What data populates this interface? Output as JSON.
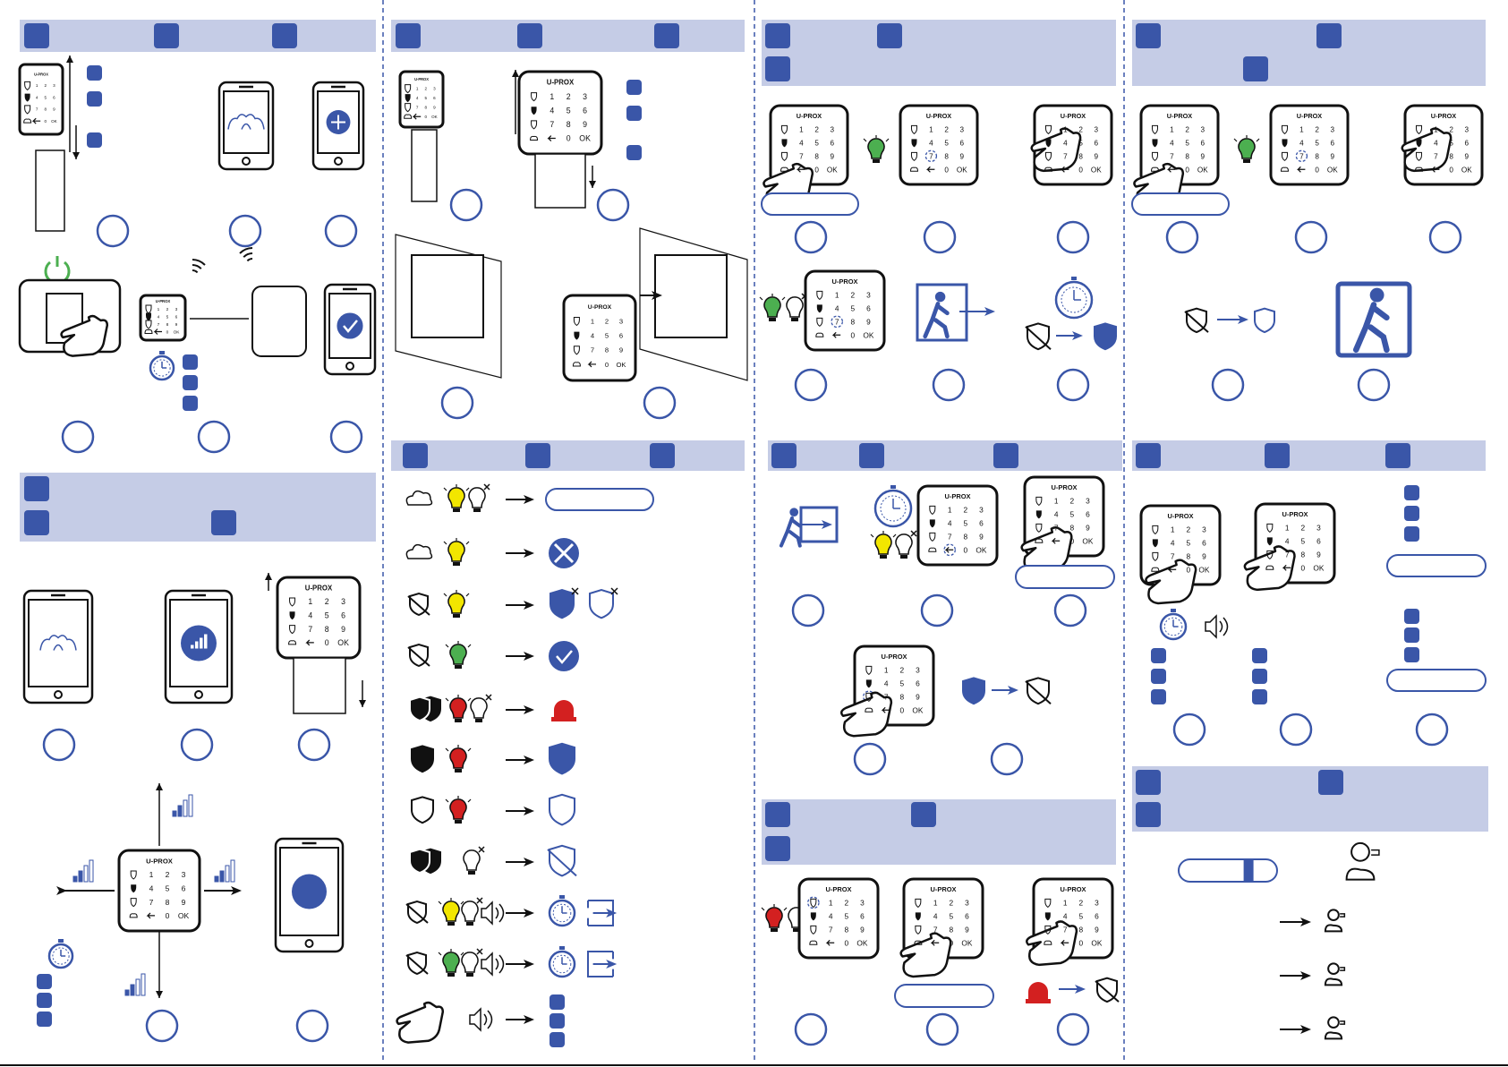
{
  "device": {
    "brand": "U-PROX",
    "keys": [
      "1",
      "2",
      "3",
      "4",
      "5",
      "6",
      "7",
      "8",
      "9",
      "0",
      "OK"
    ]
  },
  "colors": {
    "accent": "#3a56a8",
    "header_bg": "#c5cce6",
    "green": "#4caf50",
    "yellow": "#f2e600",
    "red": "#d32020",
    "ink": "#111111",
    "divider": "#3a56a8"
  },
  "icons": [
    "keypad-icon",
    "phone-icon",
    "cloud-icon",
    "bulb-icon",
    "shield-icon",
    "timer-icon",
    "speaker-icon",
    "hand-pointer-icon",
    "exit-icon",
    "enter-icon",
    "siren-icon",
    "wrench-icon",
    "check-icon",
    "plus-icon",
    "signal-icon",
    "power-icon",
    "hub-icon",
    "person-icon",
    "arrow-icon"
  ]
}
